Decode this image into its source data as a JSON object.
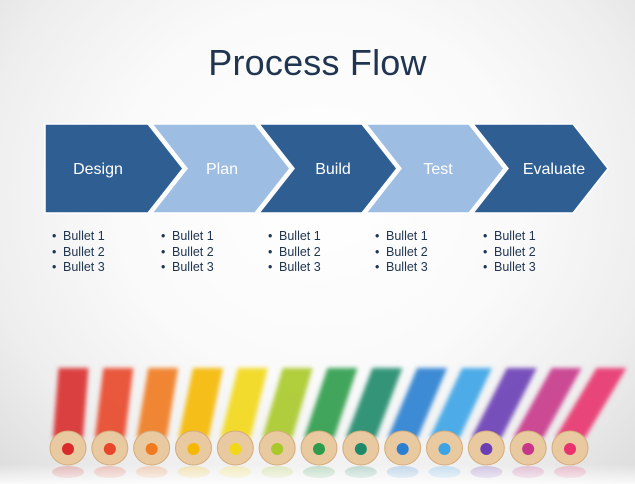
{
  "slide": {
    "title": "Process Flow"
  },
  "colors": {
    "dark_step": "#2f5f92",
    "light_step": "#9dbde2",
    "text": "#1f3550"
  },
  "steps": [
    {
      "label": "Design",
      "tone": "dark",
      "bullets": [
        "Bullet 1",
        "Bullet 2",
        "Bullet 3"
      ]
    },
    {
      "label": "Plan",
      "tone": "light",
      "bullets": [
        "Bullet 1",
        "Bullet 2",
        "Bullet 3"
      ]
    },
    {
      "label": "Build",
      "tone": "dark",
      "bullets": [
        "Bullet 1",
        "Bullet 2",
        "Bullet 3"
      ]
    },
    {
      "label": "Test",
      "tone": "light",
      "bullets": [
        "Bullet 1",
        "Bullet 2",
        "Bullet 3"
      ]
    },
    {
      "label": "Evaluate",
      "tone": "dark",
      "bullets": [
        "Bullet 1",
        "Bullet 2",
        "Bullet 3"
      ]
    }
  ],
  "image": {
    "subject": "colored-pencils-row",
    "pencil_colors": [
      "#d92b2b",
      "#e8462a",
      "#f07a1f",
      "#f5b800",
      "#f2d81a",
      "#a9c92a",
      "#2e9c4a",
      "#1f8a6a",
      "#2a7fd0",
      "#3aa4e6",
      "#6a3fb5",
      "#c8368a",
      "#e8336f"
    ]
  }
}
